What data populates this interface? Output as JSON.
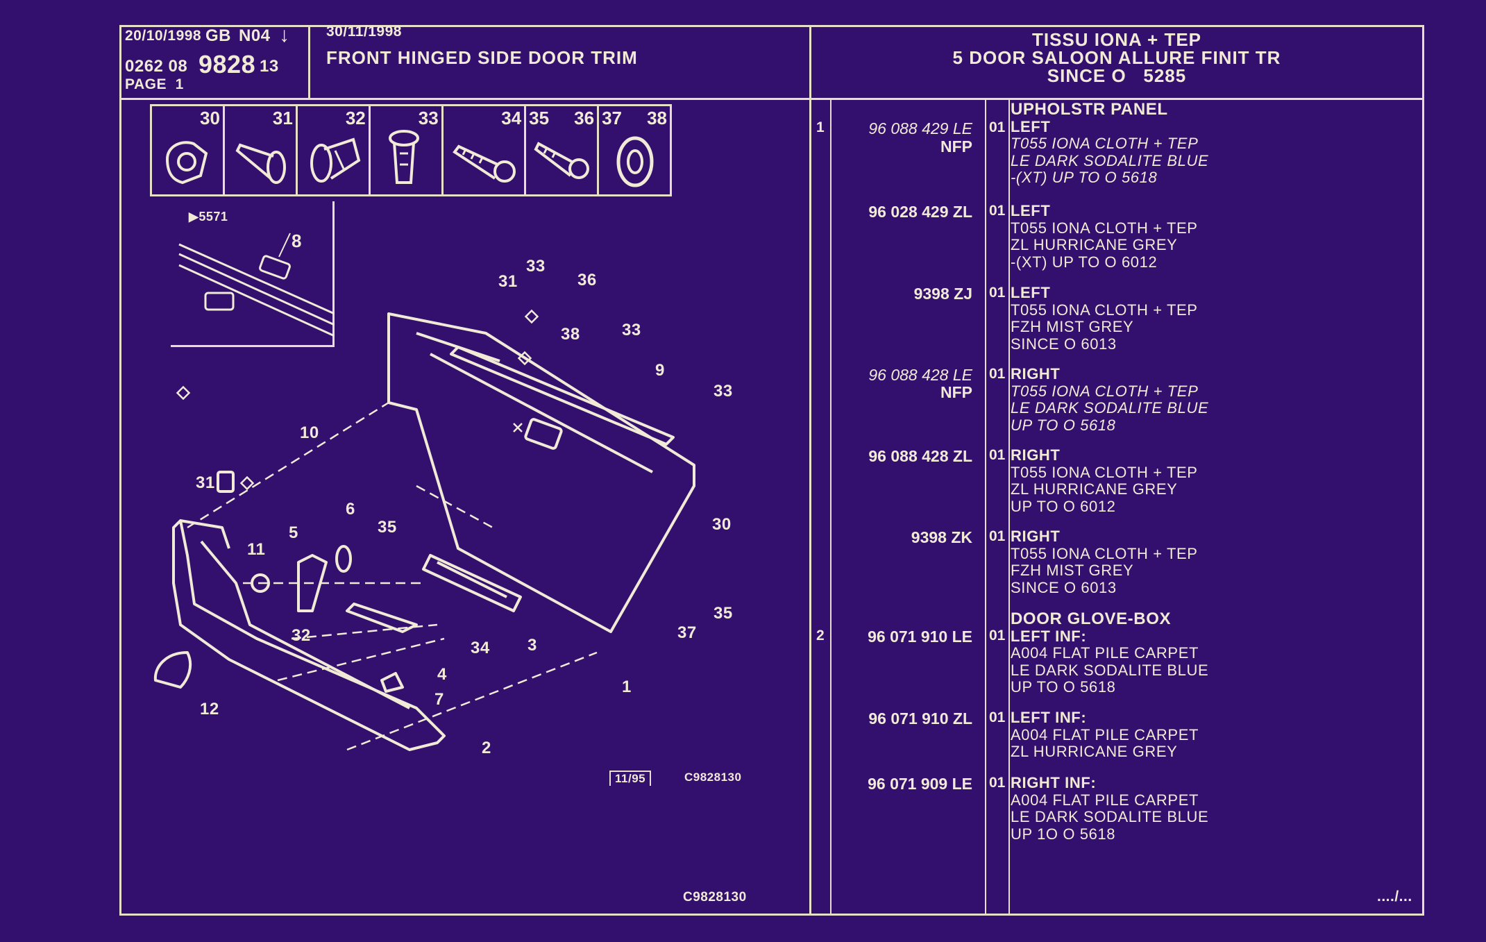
{
  "header": {
    "print_date": "20/10/1998",
    "region": "GB",
    "code": "N04",
    "arrow": "↓",
    "ref_prefix": "0262 08",
    "ref_main": "9828",
    "ref_suffix": "13",
    "page": "PAGE  1",
    "issue_date": "30/11/1998",
    "title": "FRONT HINGED SIDE DOOR TRIM",
    "spec_line1": "TISSU IONA + TEP",
    "spec_line2": "5 DOOR SALOON ALLURE FINIT TR",
    "spec_line3": "SINCE O   5285"
  },
  "thumbnails": [
    "30",
    "31",
    "32",
    "33",
    "34",
    "35",
    "36",
    "37",
    "38"
  ],
  "inset": {
    "marker": "▶5571",
    "callout": "8"
  },
  "callouts": [
    "33",
    "31",
    "36",
    "38",
    "33",
    "9",
    "33",
    "10",
    "31",
    "6",
    "35",
    "5",
    "11",
    "30",
    "35",
    "37",
    "32",
    "34",
    "3",
    "4",
    "7",
    "1",
    "12",
    "2"
  ],
  "diagram_refs": {
    "stamp": "11/95",
    "code1": "C9828130",
    "code2": "C9828130"
  },
  "parts": [
    {
      "item": "1",
      "ref": "96 088 429 LE",
      "nfp": "NFP",
      "qty": "01",
      "section": "UPHOLSTR PANEL",
      "lines": [
        "LEFT",
        "T055 IONA CLOTH + TEP",
        "LE DARK SODALITE BLUE",
        "-(XT) UP TO  O  5618"
      ],
      "italic": true
    },
    {
      "item": "",
      "ref": "96 028 429 ZL",
      "nfp": "",
      "qty": "01",
      "section": "",
      "lines": [
        "LEFT",
        "T055 IONA CLOTH + TEP",
        "ZL HURRICANE GREY",
        "-(XT) UP TO  O  6012"
      ],
      "italic": false
    },
    {
      "item": "",
      "ref": "9398 ZJ",
      "nfp": "",
      "qty": "01",
      "section": "",
      "lines": [
        "LEFT",
        "T055 IONA CLOTH + TEP",
        "FZH MIST GREY",
        "SINCE  O  6013"
      ],
      "italic": false
    },
    {
      "item": "",
      "ref": "96 088 428 LE",
      "nfp": "NFP",
      "qty": "01",
      "section": "",
      "lines": [
        "RIGHT",
        "T055 IONA CLOTH + TEP",
        "LE DARK SODALITE BLUE",
        "UP TO  O  5618"
      ],
      "italic": true
    },
    {
      "item": "",
      "ref": "96 088 428 ZL",
      "nfp": "",
      "qty": "01",
      "section": "",
      "lines": [
        "RIGHT",
        "T055 IONA CLOTH + TEP",
        "ZL HURRICANE GREY",
        "UP TO  O  6012"
      ],
      "italic": false
    },
    {
      "item": "",
      "ref": "9398 ZK",
      "nfp": "",
      "qty": "01",
      "section": "",
      "lines": [
        "RIGHT",
        "T055 IONA CLOTH + TEP",
        "FZH MIST GREY",
        "SINCE  O  6013"
      ],
      "italic": false
    },
    {
      "item": "2",
      "ref": "96 071 910 LE",
      "nfp": "",
      "qty": "01",
      "section": "DOOR GLOVE-BOX",
      "lines": [
        "LEFT INF:",
        "A004 FLAT PILE CARPET",
        "LE DARK SODALITE BLUE",
        "UP TO  O  5618"
      ],
      "italic": false
    },
    {
      "item": "",
      "ref": "96 071 910 ZL",
      "nfp": "",
      "qty": "01",
      "section": "",
      "lines": [
        "LEFT INF:",
        "A004 FLAT PILE CARPET",
        "ZL HURRICANE GREY"
      ],
      "italic": false
    },
    {
      "item": "",
      "ref": "96 071 909 LE",
      "nfp": "",
      "qty": "01",
      "section": "",
      "lines": [
        "RIGHT INF:",
        "A004 FLAT PILE CARPET",
        "LE DARK SODALITE BLUE",
        "UP 1O  O  5618"
      ],
      "italic": false
    }
  ],
  "continuation": "..../...",
  "colors": {
    "background": "#33106e",
    "ink": "#f1ead6"
  }
}
